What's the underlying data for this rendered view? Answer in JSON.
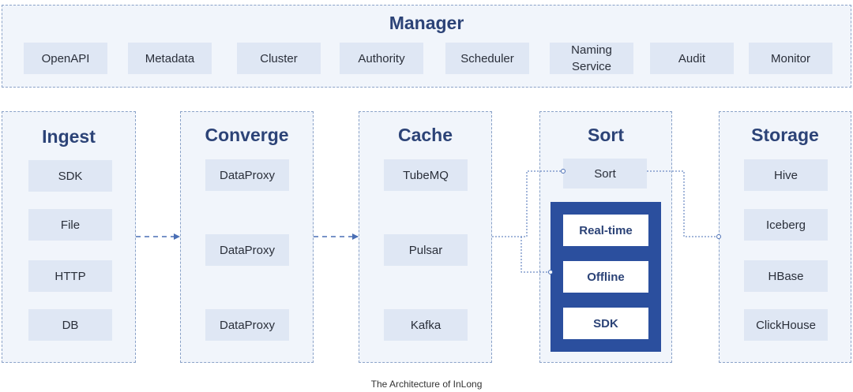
{
  "manager": {
    "title": "Manager",
    "items": [
      "OpenAPI",
      "Metadata",
      "Cluster",
      "Authority",
      "Scheduler",
      "Naming Service",
      "Audit",
      "Monitor"
    ]
  },
  "ingest": {
    "title": "Ingest",
    "items": [
      "SDK",
      "File",
      "HTTP",
      "DB"
    ]
  },
  "converge": {
    "title": "Converge",
    "items": [
      "DataProxy",
      "DataProxy",
      "DataProxy"
    ]
  },
  "cache": {
    "title": "Cache",
    "items": [
      "TubeMQ",
      "Pulsar",
      "Kafka"
    ]
  },
  "sort": {
    "title": "Sort",
    "item": "Sort",
    "modes": [
      "Real-time",
      "Offline",
      "SDK"
    ]
  },
  "storage": {
    "title": "Storage",
    "items": [
      "Hive",
      "Iceberg",
      "HBase",
      "ClickHouse"
    ]
  },
  "caption": "The Architecture of InLong",
  "colors": {
    "panel": "#f1f5fb",
    "box": "#dfe7f4",
    "title": "#2c4377",
    "sort_frame": "#2b4f9e",
    "connector": "#4a6fb5"
  }
}
